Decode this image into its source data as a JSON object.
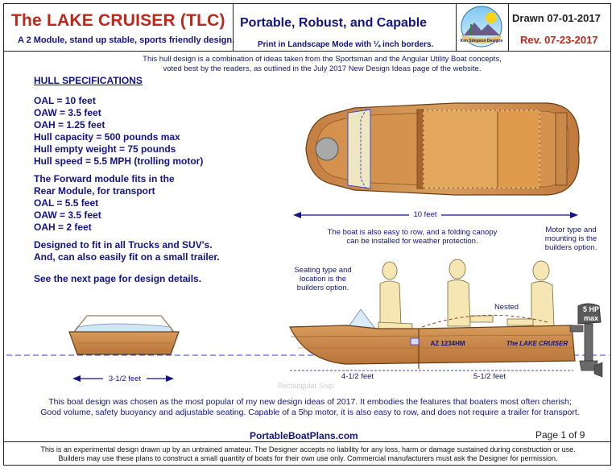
{
  "header": {
    "title": "The  LAKE CRUISER  (TLC)",
    "subtitle": "A 2 Module, stand up stable, sports friendly design.",
    "tagline": "Portable, Robust, and Capable",
    "print_note": "Print in Landscape Mode with ¼ inch borders.",
    "drawn": "Drawn 07-01-2017",
    "revision": "Rev. 07-23-2017",
    "logo_text": "Ken Simpson Designs"
  },
  "intro": {
    "line1": "This hull design is a combination of ideas taken from the Sportsman and the Angular Utility Boat concepts,",
    "line2": "voted best by the readers, as outlined in the July 2017 New Design Ideas page of the website."
  },
  "specs": {
    "heading": "HULL SPECIFICATIONS",
    "items": [
      "OAL = 10 feet",
      "OAW = 3.5 feet",
      "OAH = 1.25 feet",
      "Hull capacity = 500 pounds max",
      "Hull empty weight = 75 pounds",
      "Hull speed = 5.5 MPH (trolling motor)"
    ],
    "forward_module": [
      "The Forward module fits in the",
      "Rear Module, for transport",
      "OAL = 5.5 feet",
      "OAW = 3.5 feet",
      "OAH = 2 feet"
    ],
    "fit_notes": [
      "Designed to fit in all Trucks and SUV's.",
      "And, can also easily fit on a small trailer."
    ],
    "next_page": "See the next page for design details."
  },
  "drawings": {
    "top_length": "10 feet",
    "canopy_note_1": "The boat is also easy to row, and a folding canopy",
    "canopy_note_2": "can be installed for weather protection.",
    "motor_note_1": "Motor type and",
    "motor_note_2": "mounting is the",
    "motor_note_3": "builders option.",
    "seating_note_1": "Seating type and",
    "seating_note_2": "location is the",
    "seating_note_3": "builders option.",
    "nested": "Nested",
    "motor_label_1": "5 HP",
    "motor_label_2": "max",
    "reg_number": "AZ 1234HM",
    "hull_name": "The LAKE CRUISER",
    "front_width": "3-1/2 feet",
    "fwd_length": "4-1/2 feet",
    "rear_length": "5-1/2 feet",
    "snip_label": "Rectangular Snip"
  },
  "summary": {
    "line1": "This boat design was chosen as the most popular of my new design ideas of 2017. It embodies the features that boaters most often cherish;",
    "line2": "Good volume, safety buoyancy and adjustable seating. Capable of a 5hp motor, it is also easy to row, and does not require a trailer for transport."
  },
  "footer": {
    "website": "PortableBoatPlans.com",
    "page": "Page 1 of  9",
    "disclaimer_1": "This is an experimental design drawn up by an untrained amateur. The Designer accepts no liability for any loss, harm or damage sustained during construction or use.",
    "disclaimer_2": "Builders may use these plans to construct a small quantity of boats for their own use only.  Commercial manufacturers must ask the Designer for permission."
  },
  "colors": {
    "title_red": "#c0271b",
    "text_navy": "#12138a",
    "wood": "#c98a4a",
    "wood_dark": "#8a5524",
    "waterline": "#3a3ad0"
  }
}
